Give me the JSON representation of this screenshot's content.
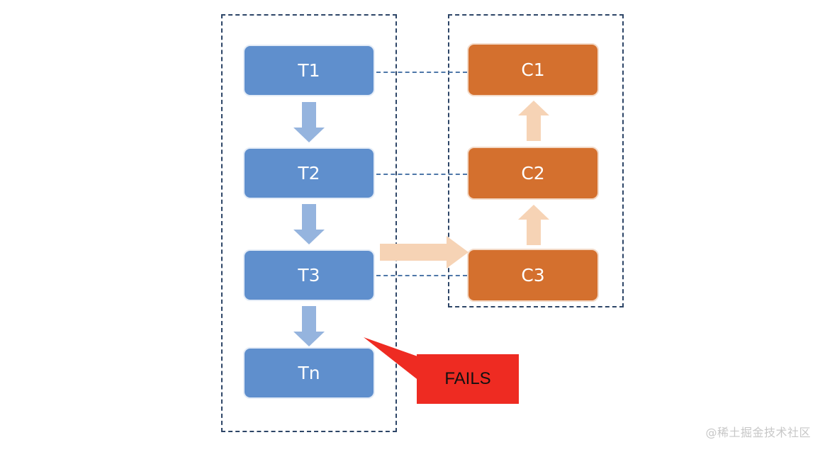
{
  "diagram": {
    "transactions": [
      {
        "label": "T1"
      },
      {
        "label": "T2"
      },
      {
        "label": "T3"
      },
      {
        "label": "Tn"
      }
    ],
    "compensations": [
      {
        "label": "C1"
      },
      {
        "label": "C2"
      },
      {
        "label": "C3"
      }
    ],
    "failure_callout": "FAILS",
    "colors": {
      "transaction_fill": "#5f8fcd",
      "compensation_fill": "#d4702e",
      "forward_arrow": "#95b4de",
      "compensation_arrow": "#f6d3b5",
      "callout_fill": "#ee2b22",
      "frame_border": "#2d4567"
    }
  },
  "watermark": "@稀土掘金技术社区"
}
